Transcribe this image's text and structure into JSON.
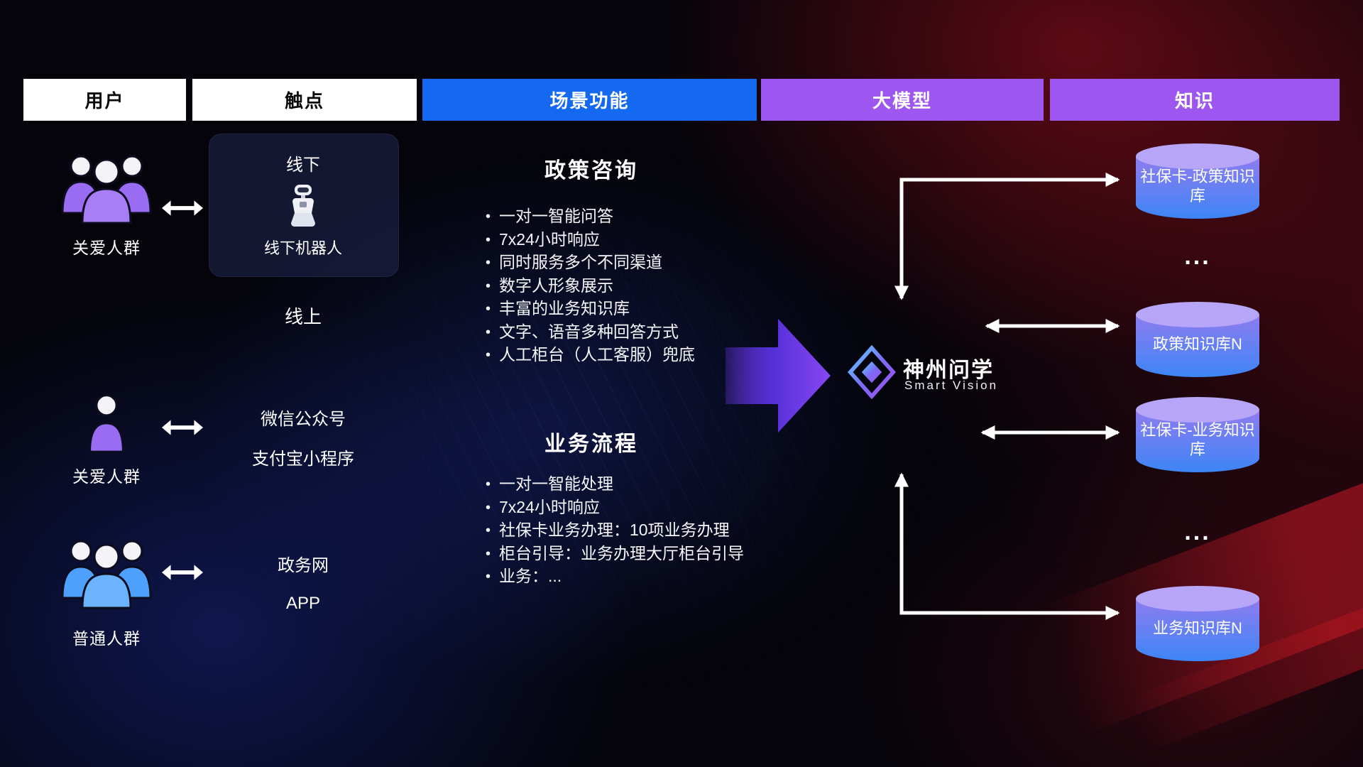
{
  "header": {
    "columns": [
      {
        "label": "用户"
      },
      {
        "label": "触点"
      },
      {
        "label": "场景功能"
      },
      {
        "label": "大模型"
      },
      {
        "label": "知识"
      }
    ]
  },
  "users": [
    {
      "label": "关爱人群"
    },
    {
      "label": "关爱人群"
    },
    {
      "label": "普通人群"
    }
  ],
  "touchpoints": {
    "offline_title": "线下",
    "offline_robot_label": "线下机器人",
    "online_title": "线上",
    "wechat": "微信公众号",
    "alipay": "支付宝小程序",
    "gov_web": "政务网",
    "app": "APP"
  },
  "scenarios": [
    {
      "title": "政策咨询",
      "bullets": [
        "一对一智能问答",
        "7x24小时响应",
        "同时服务多个不同渠道",
        "数字人形象展示",
        "丰富的业务知识库",
        "文字、语音多种回答方式",
        "人工柜台（人工客服）兜底"
      ]
    },
    {
      "title": "业务流程",
      "bullets": [
        "一对一智能处理",
        "7x24小时响应",
        "社保卡业务办理：10项业务办理",
        "柜台引导：业务办理大厅柜台引导",
        "业务：..."
      ]
    }
  ],
  "model": {
    "brand": "神州问学",
    "brand_sub": "Smart Vision"
  },
  "knowledge": {
    "databases": [
      {
        "label": "社保卡-政策知识库"
      },
      {
        "label": "政策知识库N"
      },
      {
        "label": "社保卡-业务知识库"
      },
      {
        "label": "业务知识库N"
      }
    ],
    "ellipsis_top": "...",
    "ellipsis_bottom": "..."
  },
  "colors": {
    "header_blue": "#1569f0",
    "header_purple": "#9e56f0",
    "people_purple": "#9a6bf3",
    "people_blue": "#4da0fb",
    "cylinder_top": "#b7a6f8",
    "cylinder_body_top": "#8f7cf0",
    "cylinder_body_bottom": "#3d85f5",
    "arrow_purple": "#7a3ff0"
  }
}
